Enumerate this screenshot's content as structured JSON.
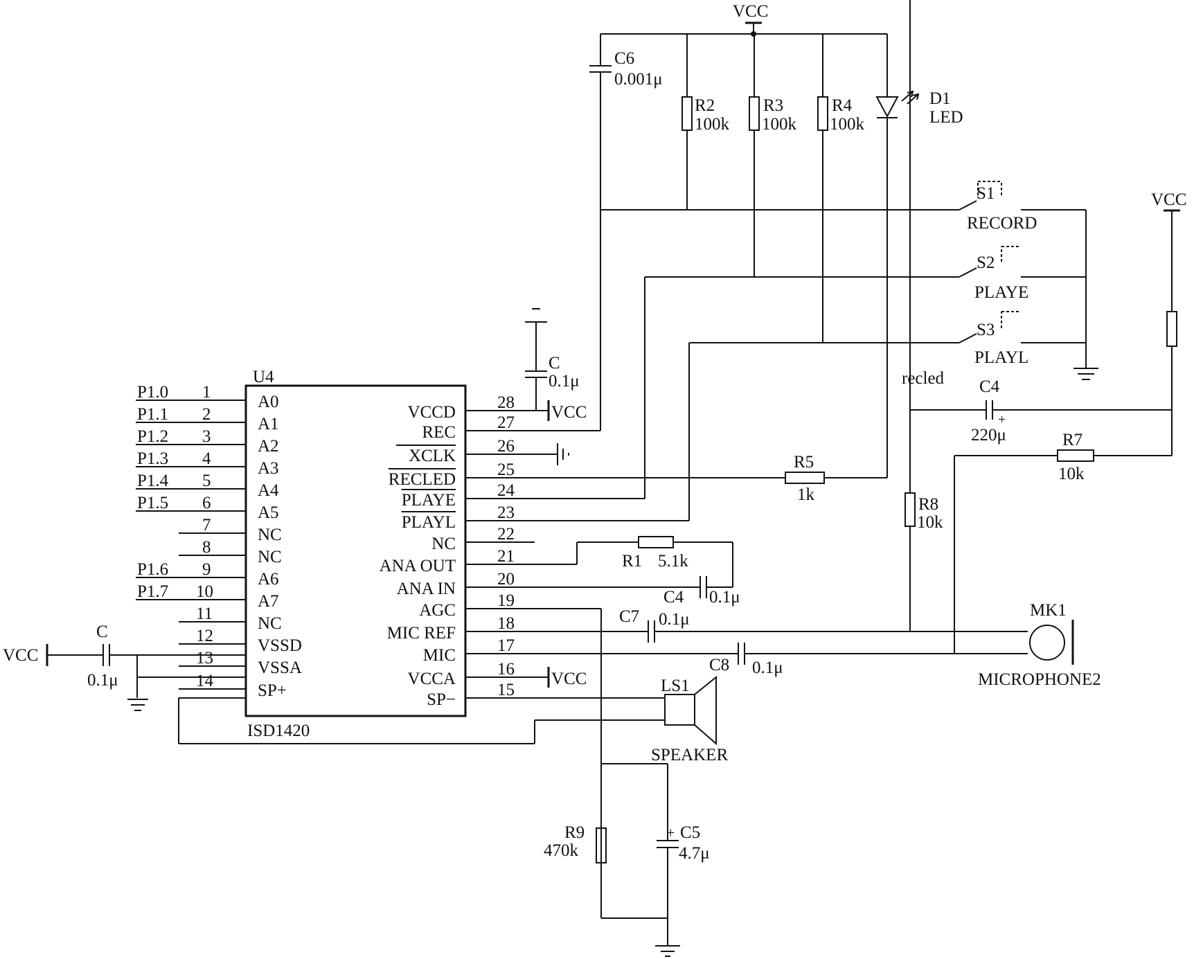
{
  "ic": {
    "ref": "U4",
    "part": "ISD1420",
    "left_pins": [
      {
        "num": "1",
        "name": "A0",
        "net": "P1.0"
      },
      {
        "num": "2",
        "name": "A1",
        "net": "P1.1"
      },
      {
        "num": "3",
        "name": "A2",
        "net": "P1.2"
      },
      {
        "num": "4",
        "name": "A3",
        "net": "P1.3"
      },
      {
        "num": "5",
        "name": "A4",
        "net": "P1.4"
      },
      {
        "num": "6",
        "name": "A5",
        "net": "P1.5"
      },
      {
        "num": "7",
        "name": "NC",
        "net": ""
      },
      {
        "num": "8",
        "name": "NC",
        "net": ""
      },
      {
        "num": "9",
        "name": "A6",
        "net": "P1.6"
      },
      {
        "num": "10",
        "name": "A7",
        "net": "P1.7"
      },
      {
        "num": "11",
        "name": "NC",
        "net": ""
      },
      {
        "num": "12",
        "name": "VSSD",
        "net": ""
      },
      {
        "num": "13",
        "name": "VSSA",
        "net": ""
      },
      {
        "num": "14",
        "name": "SP+",
        "net": ""
      }
    ],
    "right_pins": [
      {
        "num": "28",
        "name": "VCCD",
        "overbar": false
      },
      {
        "num": "27",
        "name": "REC",
        "overbar": false
      },
      {
        "num": "26",
        "name": "XCLK",
        "overbar": false
      },
      {
        "num": "25",
        "name": "RECLED",
        "overbar": true
      },
      {
        "num": "24",
        "name": "PLAYE",
        "overbar": true
      },
      {
        "num": "23",
        "name": "PLAYL",
        "overbar": true
      },
      {
        "num": "22",
        "name": "NC",
        "overbar": false
      },
      {
        "num": "21",
        "name": "ANA OUT",
        "overbar": false
      },
      {
        "num": "20",
        "name": "ANA IN",
        "overbar": false
      },
      {
        "num": "19",
        "name": "AGC",
        "overbar": false
      },
      {
        "num": "18",
        "name": "MIC REF",
        "overbar": false
      },
      {
        "num": "17",
        "name": "MIC",
        "overbar": false
      },
      {
        "num": "16",
        "name": "VCCA",
        "overbar": false
      },
      {
        "num": "15",
        "name": "SP−",
        "overbar": false
      }
    ]
  },
  "power": {
    "vcc_top": "VCC",
    "vcc_right": "VCC",
    "vcc_left": "VCC",
    "vcc_pin28": "VCC",
    "vcc_pin16": "VCC"
  },
  "components": {
    "c6": {
      "ref": "C6",
      "value": "0.001μ"
    },
    "r2": {
      "ref": "R2",
      "value": "100k"
    },
    "r3": {
      "ref": "R3",
      "value": "100k"
    },
    "r4": {
      "ref": "R4",
      "value": "100k"
    },
    "d1": {
      "ref": "D1",
      "value": "LED"
    },
    "s1": {
      "ref": "S1",
      "value": "RECORD"
    },
    "s2": {
      "ref": "S2",
      "value": "PLAYE"
    },
    "s3": {
      "ref": "S3",
      "value": "PLAYL"
    },
    "c_dec": {
      "ref": "C",
      "value": "0.1μ"
    },
    "c_left": {
      "ref": "C",
      "value": "0.1μ"
    },
    "r5": {
      "ref": "R5",
      "value": "1k"
    },
    "c4a": {
      "ref": "C4",
      "value": "220μ"
    },
    "r7": {
      "ref": "R7",
      "value": "10k"
    },
    "r8": {
      "ref": "R8",
      "value": "10k"
    },
    "r1": {
      "ref": "R1",
      "value": "5.1k"
    },
    "c4b": {
      "ref": "C4",
      "value": "0.1μ"
    },
    "c7": {
      "ref": "C7",
      "value": "0.1μ"
    },
    "c8": {
      "ref": "C8",
      "value": "0.1μ"
    },
    "mk1": {
      "ref": "MK1",
      "value": "MICROPHONE2"
    },
    "ls1": {
      "ref": "LS1",
      "value": "SPEAKER"
    },
    "r9": {
      "ref": "R9",
      "value": "470k"
    },
    "c5": {
      "ref": "C5",
      "value": "4.7μ"
    }
  },
  "nets": {
    "recled": "recled"
  }
}
